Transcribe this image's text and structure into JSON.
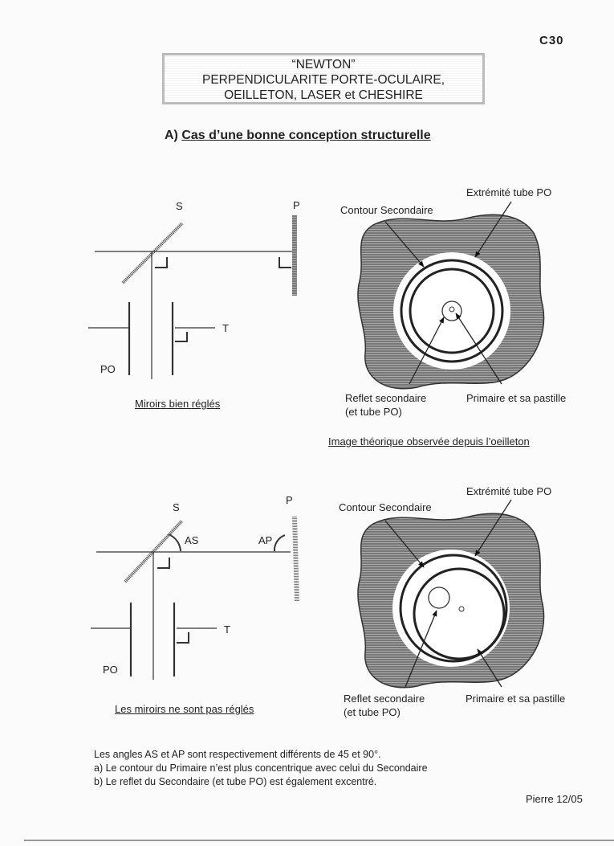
{
  "page_ref": "C30",
  "title": {
    "line1": "“NEWTON”",
    "line2": "PERPENDICULARITE PORTE-OCULAIRE,",
    "line3": "OEILLETON, LASER et CHESHIRE"
  },
  "heading": {
    "prefix": "A)",
    "text": "Cas d’une bonne conception structurelle"
  },
  "diagram_good": {
    "label_s": "S",
    "label_p": "P",
    "label_t": "T",
    "label_po": "PO",
    "caption": "Miroirs bien réglés"
  },
  "view_good": {
    "extremite": "Extrémité tube PO",
    "contour": "Contour Secondaire",
    "reflet1": "Reflet secondaire",
    "reflet2": "(et tube PO)",
    "primaire": "Primaire et sa pastille",
    "caption": "Image théorique observée depuis  l’oeilleton"
  },
  "diagram_bad": {
    "label_s": "S",
    "label_p": "P",
    "label_as": "AS",
    "label_ap": "AP",
    "label_t": "T",
    "label_po": "PO",
    "caption": "Les miroirs ne sont pas réglés"
  },
  "view_bad": {
    "extremite": "Extrémité tube PO",
    "contour": "Contour Secondaire",
    "reflet1": "Reflet secondaire",
    "reflet2": "(et tube PO)",
    "primaire": "Primaire et sa pastille"
  },
  "notes": [
    "Les angles AS et AP sont respectivement différents de 45 et 90°.",
    "a) Le contour du Primaire n’est plus concentrique avec celui du Secondaire",
    "b) Le reflet du Secondaire (et tube PO) est également excentré."
  ],
  "signature": "Pierre 12/05"
}
